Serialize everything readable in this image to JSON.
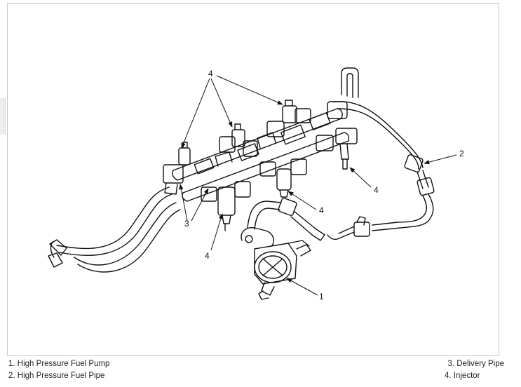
{
  "callouts": {
    "c1": "1",
    "c2": "2",
    "c3": "3",
    "c4_top": "4",
    "c4_right": "4",
    "c4_mid": "4",
    "c4_bottom": "4"
  },
  "legend": {
    "item1": "1. High Pressure Fuel Pump",
    "item2": "2. High Pressure Fuel Pipe",
    "item3": "3. Delivery Pipe",
    "item4": "4. Injector"
  }
}
